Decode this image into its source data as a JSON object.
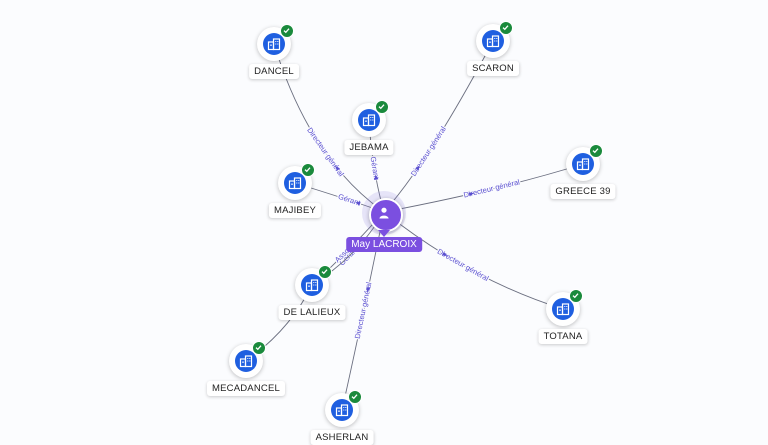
{
  "person": {
    "name": "May LACROIX",
    "icon": "person-icon"
  },
  "companies": [
    {
      "id": "dancel",
      "name": "DANCEL",
      "icon": "company-icon",
      "verified": true
    },
    {
      "id": "scaron",
      "name": "SCARON",
      "icon": "company-icon",
      "verified": true
    },
    {
      "id": "jebama",
      "name": "JEBAMA",
      "icon": "company-icon",
      "verified": true
    },
    {
      "id": "majibey",
      "name": "MAJIBEY",
      "icon": "company-icon",
      "verified": true
    },
    {
      "id": "greece39",
      "name": "GREECE 39",
      "icon": "company-icon",
      "verified": true
    },
    {
      "id": "delalieux",
      "name": "DE LALIEUX",
      "icon": "company-icon",
      "verified": true
    },
    {
      "id": "totana",
      "name": "TOTANA",
      "icon": "company-icon",
      "verified": true
    },
    {
      "id": "mecadancel",
      "name": "MECADANCEL",
      "icon": "company-icon",
      "verified": true
    },
    {
      "id": "bottom",
      "name": "ASHERLAN",
      "icon": "company-icon",
      "verified": true
    }
  ],
  "relations": [
    {
      "from": "person",
      "to": "dancel",
      "label": "Directeur général"
    },
    {
      "from": "person",
      "to": "scaron",
      "label": "Directeur général"
    },
    {
      "from": "person",
      "to": "jebama",
      "label": "Gérant"
    },
    {
      "from": "person",
      "to": "majibey",
      "label": "Gérant"
    },
    {
      "from": "person",
      "to": "greece39",
      "label": "Directeur général"
    },
    {
      "from": "person",
      "to": "delalieux",
      "label": "Gérant"
    },
    {
      "from": "person",
      "to": "delalieux",
      "label": "Associé"
    },
    {
      "from": "person",
      "to": "totana",
      "label": "Directeur général"
    },
    {
      "from": "person",
      "to": "bottom",
      "label": "Directeur général"
    },
    {
      "from": "delalieux",
      "to": "mecadancel",
      "label": ""
    }
  ],
  "colors": {
    "person": "#7b4fe0",
    "company": "#1f5fe0",
    "verified": "#1a8a3c",
    "edge": "#6b6f80",
    "edge_label": "#5a4fd0"
  }
}
